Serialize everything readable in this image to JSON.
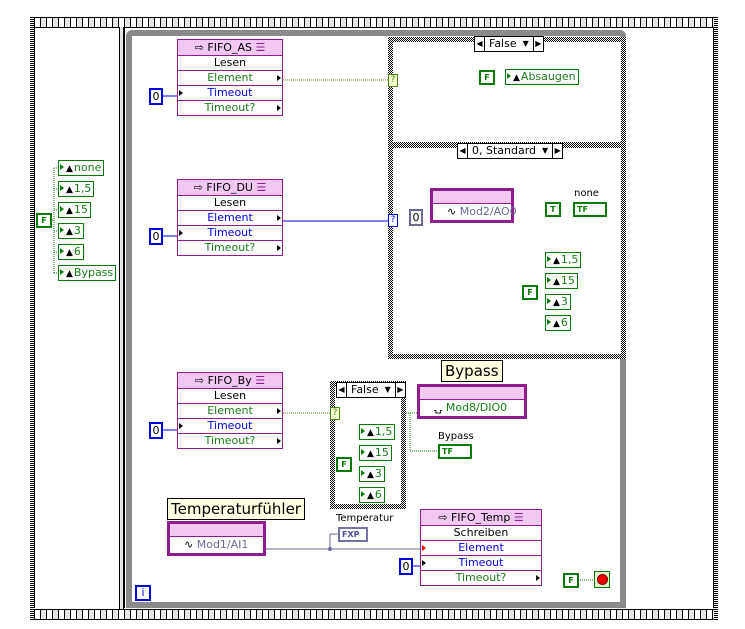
{
  "sequence": {
    "frame_left": {
      "false_const": "F",
      "enum_items": [
        "none",
        "1,5",
        "15",
        "3",
        "6",
        "Bypass"
      ]
    }
  },
  "loop": {
    "iteration_label": "i",
    "stop_const": "F",
    "stop_icon": "stop-sign"
  },
  "fifo_as": {
    "name": "FIFO_AS",
    "mode": "Lesen",
    "rows": [
      "Element",
      "Timeout",
      "Timeout?"
    ],
    "timeout_const": "0"
  },
  "fifo_du": {
    "name": "FIFO_DU",
    "mode": "Lesen",
    "rows": [
      "Element",
      "Timeout",
      "Timeout?"
    ],
    "timeout_const": "0"
  },
  "fifo_by": {
    "name": "FIFO_By",
    "mode": "Lesen",
    "rows": [
      "Element",
      "Timeout",
      "Timeout?"
    ],
    "timeout_const": "0"
  },
  "fifo_temp": {
    "name": "FIFO_Temp",
    "mode": "Schreiben",
    "rows": [
      "Element",
      "Timeout",
      "Timeout?"
    ],
    "timeout_const": "0"
  },
  "case_as": {
    "selector": "False",
    "false_const": "F",
    "output_enum": "Absaugen",
    "selector_term": "?"
  },
  "case_du": {
    "selector": "0, Standard",
    "selector_term": "?",
    "zero_const": "0",
    "io_node": "Mod2/AO0",
    "true_const": "T",
    "indicator_label": "none",
    "indicator_type": "TF",
    "false_const": "F",
    "enum_items": [
      "1,5",
      "15",
      "3",
      "6"
    ]
  },
  "case_by": {
    "selector": "False",
    "selector_term": "?",
    "false_const": "F",
    "enum_items": [
      "1,5",
      "15",
      "3",
      "6"
    ]
  },
  "bypass": {
    "label": "Bypass",
    "io_node": "Mod8/DIO0",
    "indicator_label": "Bypass",
    "indicator_type": "TF"
  },
  "temperature": {
    "label": "Temperaturfühler",
    "io_node": "Mod1/AI1",
    "indicator_label": "Temperatur",
    "indicator_type": "FXP"
  }
}
